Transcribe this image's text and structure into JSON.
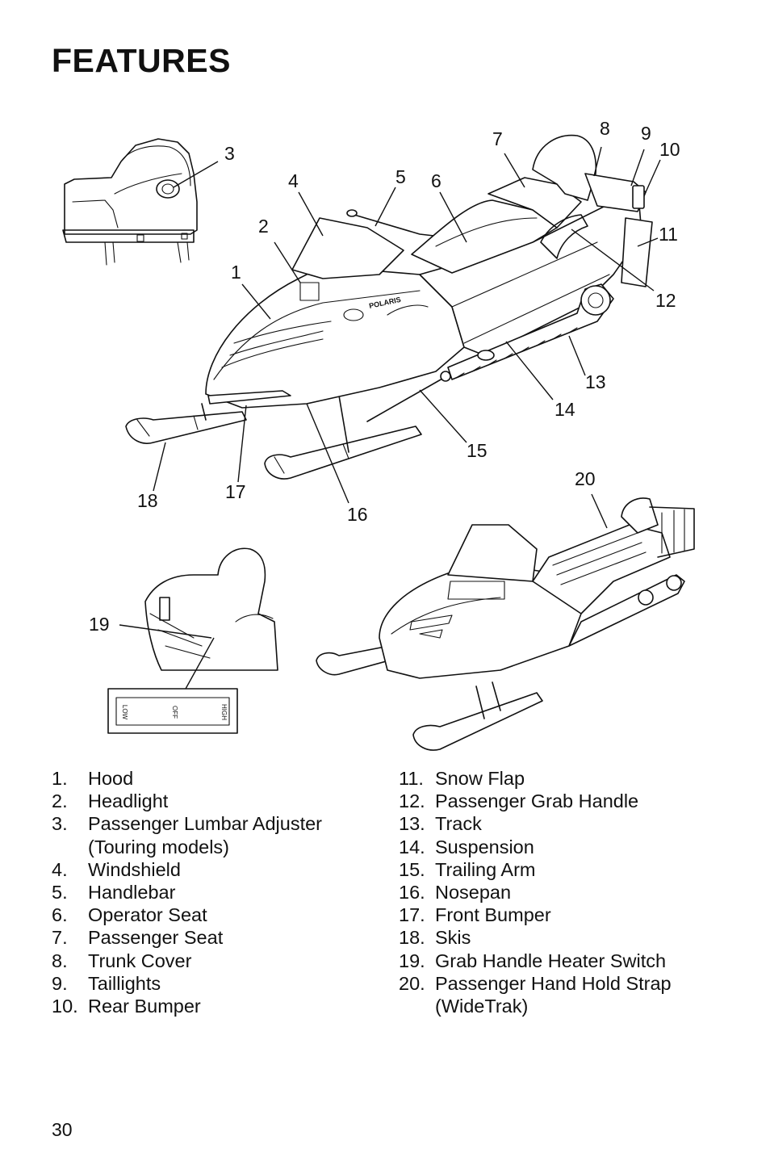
{
  "page": {
    "title": "FEATURES",
    "page_number": "30"
  },
  "figure": {
    "callouts": [
      "1",
      "2",
      "3",
      "4",
      "5",
      "6",
      "7",
      "8",
      "9",
      "10",
      "11",
      "12",
      "13",
      "14",
      "15",
      "16",
      "17",
      "18",
      "19",
      "20"
    ],
    "switch_labels": {
      "low": "LOW",
      "off": "OFF",
      "high": "HIGH"
    },
    "brand": "POLARIS"
  },
  "legend": {
    "column_1": [
      {
        "num": "1.",
        "text": "Hood"
      },
      {
        "num": "2.",
        "text": "Headlight"
      },
      {
        "num": "3.",
        "text": "Passenger Lumbar Adjuster",
        "sub": "(Touring models)"
      },
      {
        "num": "4.",
        "text": "Windshield"
      },
      {
        "num": "5.",
        "text": "Handlebar"
      },
      {
        "num": "6.",
        "text": "Operator Seat"
      },
      {
        "num": "7.",
        "text": "Passenger Seat"
      },
      {
        "num": "8.",
        "text": "Trunk Cover"
      },
      {
        "num": "9.",
        "text": "Taillights"
      },
      {
        "num": "10.",
        "text": "Rear Bumper"
      }
    ],
    "column_2": [
      {
        "num": "11.",
        "text": "Snow Flap"
      },
      {
        "num": "12.",
        "text": "Passenger Grab Handle"
      },
      {
        "num": "13.",
        "text": "Track"
      },
      {
        "num": "14.",
        "text": "Suspension"
      },
      {
        "num": "15.",
        "text": "Trailing Arm"
      },
      {
        "num": "16.",
        "text": "Nosepan"
      },
      {
        "num": "17.",
        "text": "Front Bumper"
      },
      {
        "num": "18.",
        "text": "Skis"
      },
      {
        "num": "19.",
        "text": "Grab Handle Heater Switch"
      },
      {
        "num": "20.",
        "text": "Passenger Hand Hold Strap",
        "sub": "(WideTrak)"
      }
    ]
  }
}
